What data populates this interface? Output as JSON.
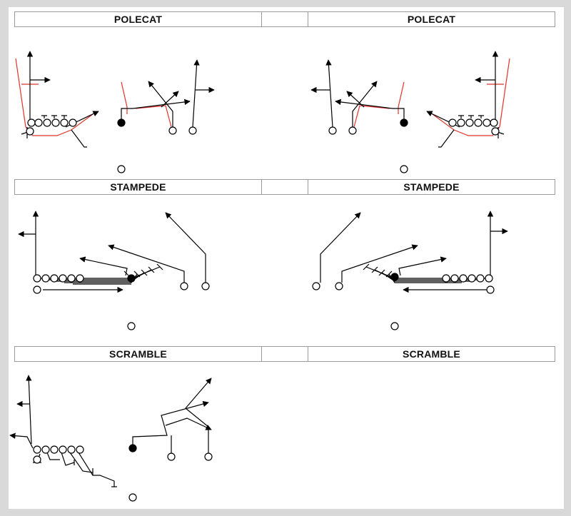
{
  "plays": [
    {
      "id": "polecat_left",
      "title": "POLECAT"
    },
    {
      "id": "polecat_right",
      "title": "POLECAT"
    },
    {
      "id": "stampede_left",
      "title": "STAMPEDE"
    },
    {
      "id": "stampede_right",
      "title": "STAMPEDE"
    },
    {
      "id": "scramble_left",
      "title": "SCRAMBLE"
    },
    {
      "id": "scramble_right",
      "title": "SCRAMBLE"
    }
  ],
  "colors": {
    "page_bg": "#d9d9d9",
    "sheet_bg": "#ffffff",
    "header_border": "#9a9a9a",
    "route_black": "#000000",
    "route_red": "#e0332b"
  }
}
